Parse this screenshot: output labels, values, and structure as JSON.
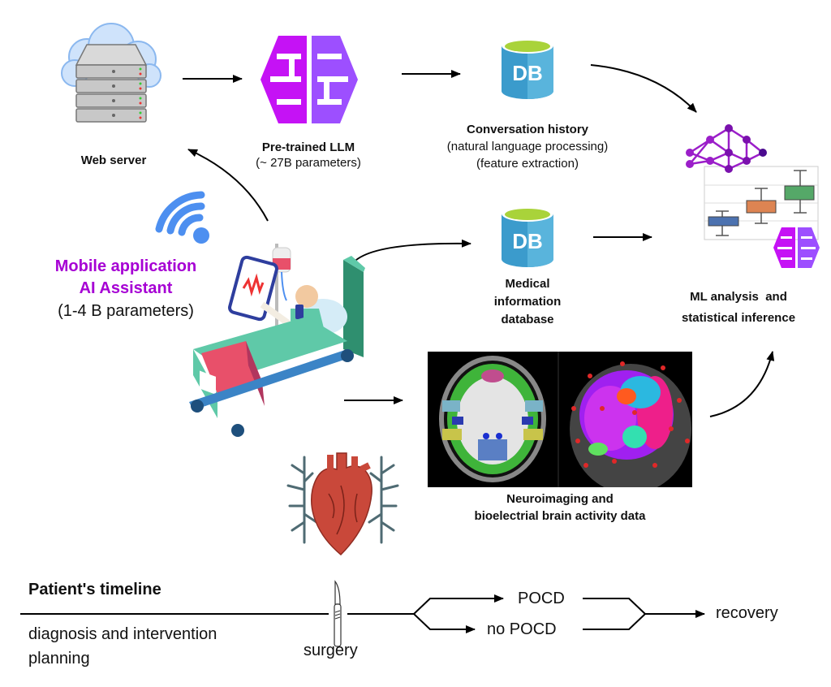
{
  "nodes": {
    "web_server": {
      "label": "Web server",
      "icon": "server-cloud-icon"
    },
    "llm": {
      "label": "Pre-trained LLM",
      "sub": "(~ 27B parameters)",
      "icon": "brain-icon"
    },
    "conversation_db": {
      "icon_text": "DB",
      "label": "Conversation history",
      "sub1": "(natural language processing)",
      "sub2": "(feature extraction)"
    },
    "ml": {
      "line1": "ML analysis  and",
      "line2": "statistical inference",
      "icon": "neural-network-boxplot-icon"
    },
    "mobile_app": {
      "line1": "Mobile application",
      "line2": "AI Assistant",
      "sub": "(1-4 B parameters)",
      "icon": "wifi-icon"
    },
    "patient": {
      "icon": "patient-in-bed-icon"
    },
    "medical_db": {
      "icon_text": "DB",
      "line1": "Medical",
      "line2": "information",
      "line3": "database"
    },
    "neuro": {
      "line1": "Neuroimaging and",
      "line2": "bioelectrial brain activity data",
      "icon": "brain-scan-icon"
    },
    "heart": {
      "icon": "heart-icon"
    }
  },
  "timeline": {
    "title": "Patient's timeline",
    "phase1_line1": "diagnosis and intervention",
    "phase1_line2": "planning",
    "surgery": "surgery",
    "pocd": "POCD",
    "no_pocd": "no POCD",
    "recovery": "recovery"
  },
  "colors": {
    "accent_purple": "#a600d4",
    "brain_left": "#c512f5",
    "brain_right": "#9d4fff",
    "db_blue": "#3b9bcc",
    "db_blue_light": "#59b4dc",
    "db_top": "#a9d33a",
    "wifi_blue": "#4d8ff0",
    "arrow": "#000000"
  }
}
